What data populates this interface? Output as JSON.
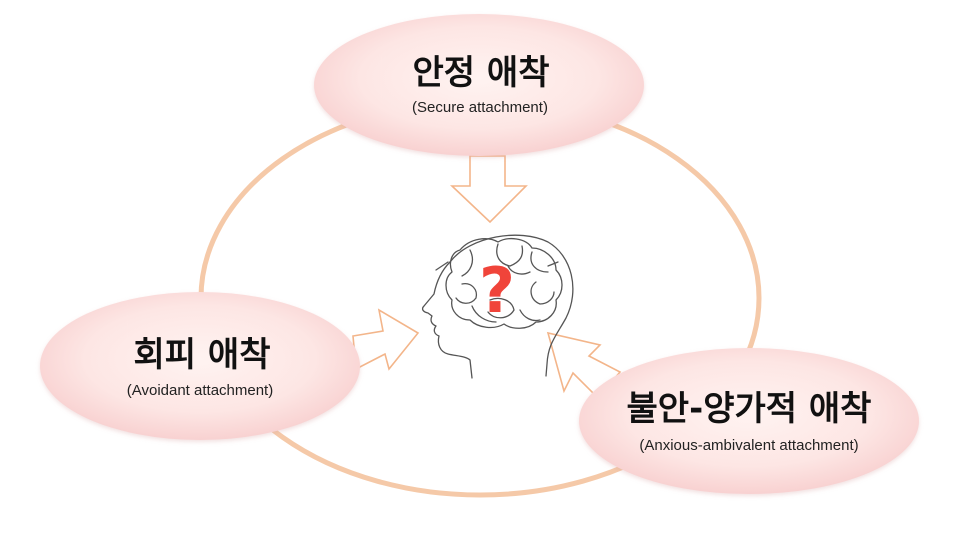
{
  "nodes": {
    "secure": {
      "title": "안정 애착",
      "subtitle": "(Secure attachment)"
    },
    "avoidant": {
      "title": "회피 애착",
      "subtitle": "(Avoidant attachment)"
    },
    "anxious": {
      "title": "불안-양가적 애착",
      "subtitle": "(Anxious-ambivalent attachment)"
    }
  },
  "center": {
    "icon": "brain-head-question-icon",
    "question_mark": "?"
  },
  "colors": {
    "ring": "#f5c9a8",
    "arrow_stroke": "#f3b58a",
    "node_fill_center": "#fde8e6",
    "node_fill_edge": "#f8cfcf",
    "question_mark": "#f0443a",
    "head_line": "#555555"
  }
}
